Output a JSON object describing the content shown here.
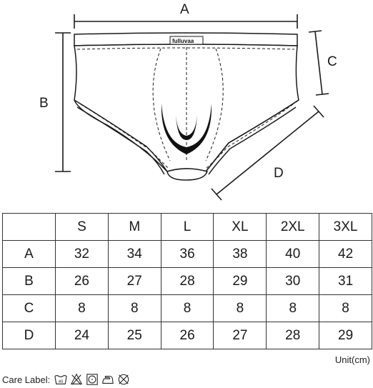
{
  "diagram": {
    "labels": {
      "a": "A",
      "b": "B",
      "c": "C",
      "d": "D"
    },
    "brand": "fulluvaa"
  },
  "size_table": {
    "headers": [
      "",
      "S",
      "M",
      "L",
      "XL",
      "2XL",
      "3XL"
    ],
    "rows": [
      {
        "label": "A",
        "values": [
          "32",
          "34",
          "36",
          "38",
          "40",
          "42"
        ]
      },
      {
        "label": "B",
        "values": [
          "26",
          "27",
          "28",
          "29",
          "30",
          "31"
        ]
      },
      {
        "label": "C",
        "values": [
          "8",
          "8",
          "8",
          "8",
          "8",
          "8"
        ]
      },
      {
        "label": "D",
        "values": [
          "24",
          "25",
          "26",
          "27",
          "28",
          "29"
        ]
      }
    ]
  },
  "unit": "Unit(cm)",
  "care": {
    "label": "Care Label:",
    "wash_temp": "40",
    "icons": [
      "wash-40-icon",
      "do-not-bleach-icon",
      "tumble-dry-icon",
      "iron-icon",
      "do-not-dry-clean-icon"
    ]
  }
}
